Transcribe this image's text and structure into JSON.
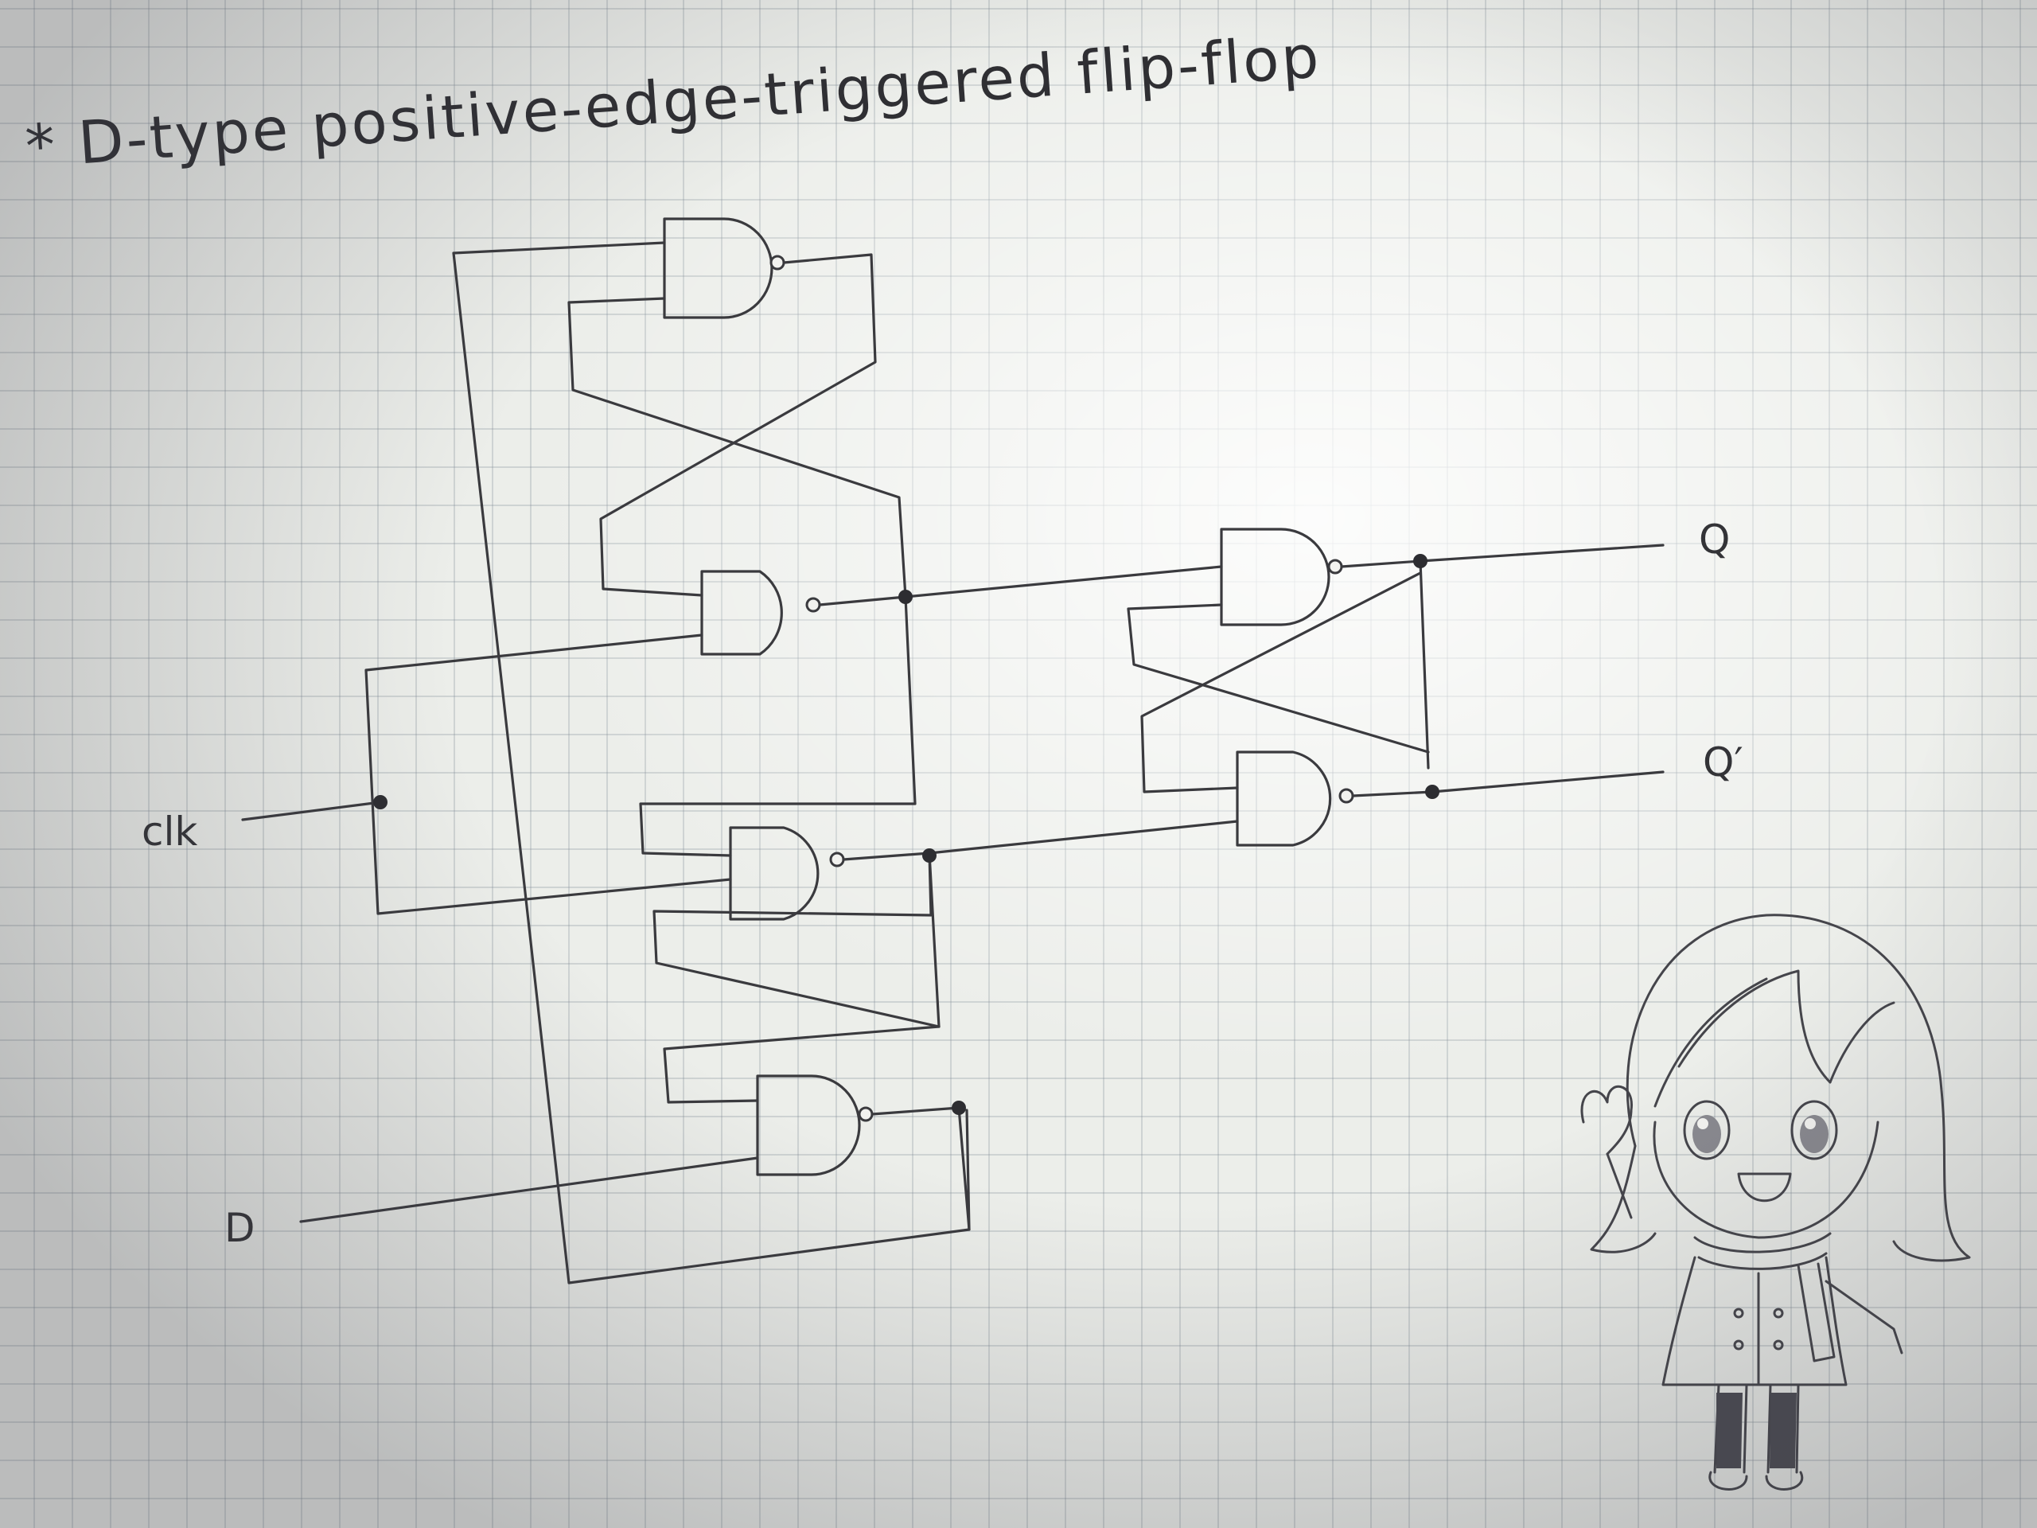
{
  "title": "* D-type positive-edge-triggered flip-flop",
  "signals": {
    "clk": "clk",
    "d": "D",
    "q": "Q",
    "q_bar": "Q′"
  },
  "colors": {
    "ink": "#3a3a3e",
    "paper": "#eceeea",
    "grid": "#8c96a0"
  },
  "illustration": "chibi-girl-doodle"
}
